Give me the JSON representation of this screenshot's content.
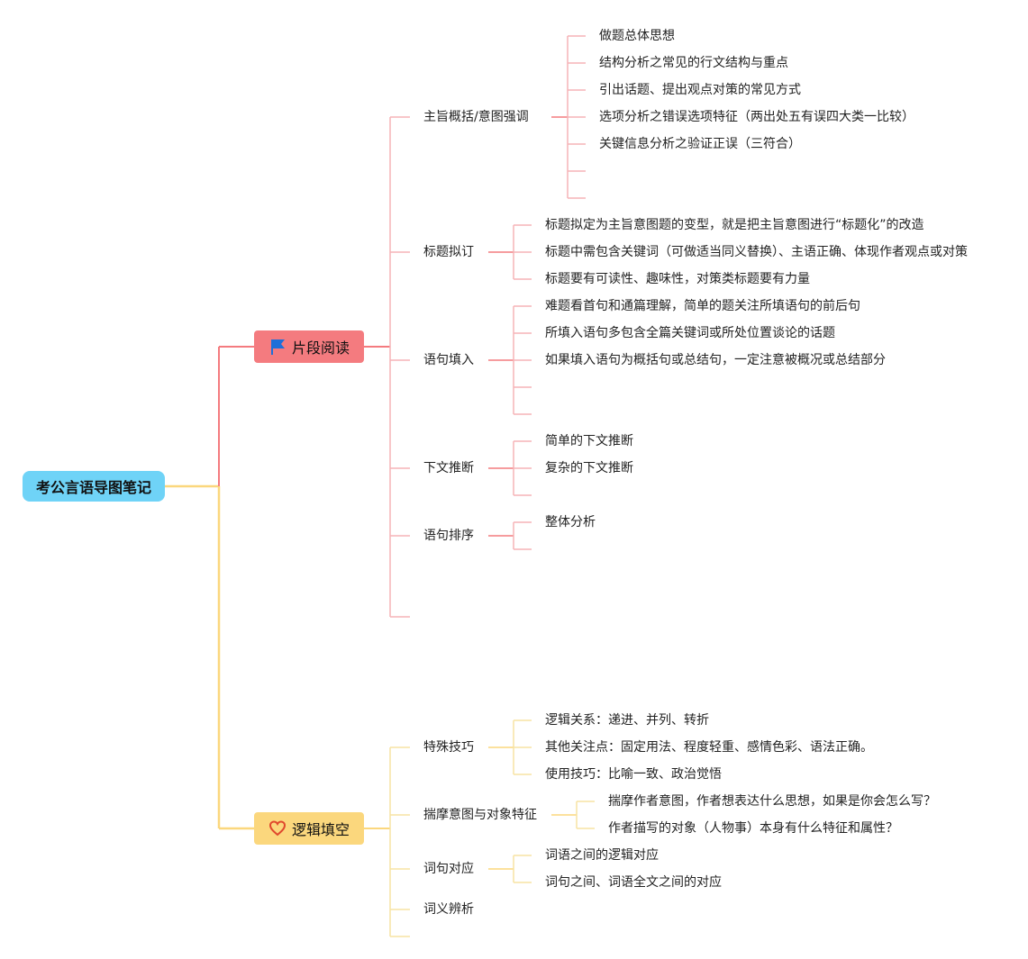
{
  "root": {
    "label": "考公言语导图笔记"
  },
  "branches": [
    {
      "label": "片段阅读",
      "icon": "flag-icon",
      "color": "#f47b7f",
      "line_color": "#f2a2a6",
      "children": [
        {
          "label": "主旨概括/意图强调",
          "items": [
            "做题总体思想",
            "结构分析之常见的行文结构与重点",
            "引出话题、提出观点对策的常见方式",
            "选项分析之错误选项特征（两出处五有误四大类一比较）",
            "关键信息分析之验证正误（三符合）",
            "",
            ""
          ]
        },
        {
          "label": "标题拟订",
          "items": [
            "标题拟定为主旨意图题的变型，就是把主旨意图进行“标题化”的改造",
            "标题中需包含关键词（可做适当同义替换）、主语正确、体现作者观点或对策",
            "标题要有可读性、趣味性，对策类标题要有力量"
          ]
        },
        {
          "label": "语句填入",
          "items": [
            "难题看首句和通篇理解，简单的题关注所填语句的前后句",
            "所填入语句多包含全篇关键词或所处位置谈论的话题",
            "如果填入语句为概括句或总结句，一定注意被概况或总结部分",
            "",
            ""
          ]
        },
        {
          "label": "下文推断",
          "items": [
            "简单的下文推断",
            "复杂的下文推断",
            ""
          ]
        },
        {
          "label": "语句排序",
          "items": [
            "整体分析",
            ""
          ]
        },
        {
          "label": "",
          "items": []
        }
      ]
    },
    {
      "label": "逻辑填空",
      "icon": "heart-icon",
      "color": "#fbd77d",
      "line_color": "#f7e3a3",
      "children": [
        {
          "label": "特殊技巧",
          "items": [
            "逻辑关系：递进、并列、转折",
            "其他关注点：固定用法、程度轻重、感情色彩、语法正确。",
            "使用技巧：比喻一致、政治觉悟"
          ]
        },
        {
          "label": "揣摩意图与对象特征",
          "items": [
            "揣摩作者意图，作者想表达什么思想，如果是你会怎么写？",
            "作者描写的对象（人物事）本身有什么特征和属性？"
          ]
        },
        {
          "label": "词句对应",
          "items": [
            "词语之间的逻辑对应",
            "词句之间、词语全文之间的对应"
          ]
        },
        {
          "label": "词义辨析",
          "items": []
        },
        {
          "label": "",
          "items": []
        }
      ]
    }
  ]
}
